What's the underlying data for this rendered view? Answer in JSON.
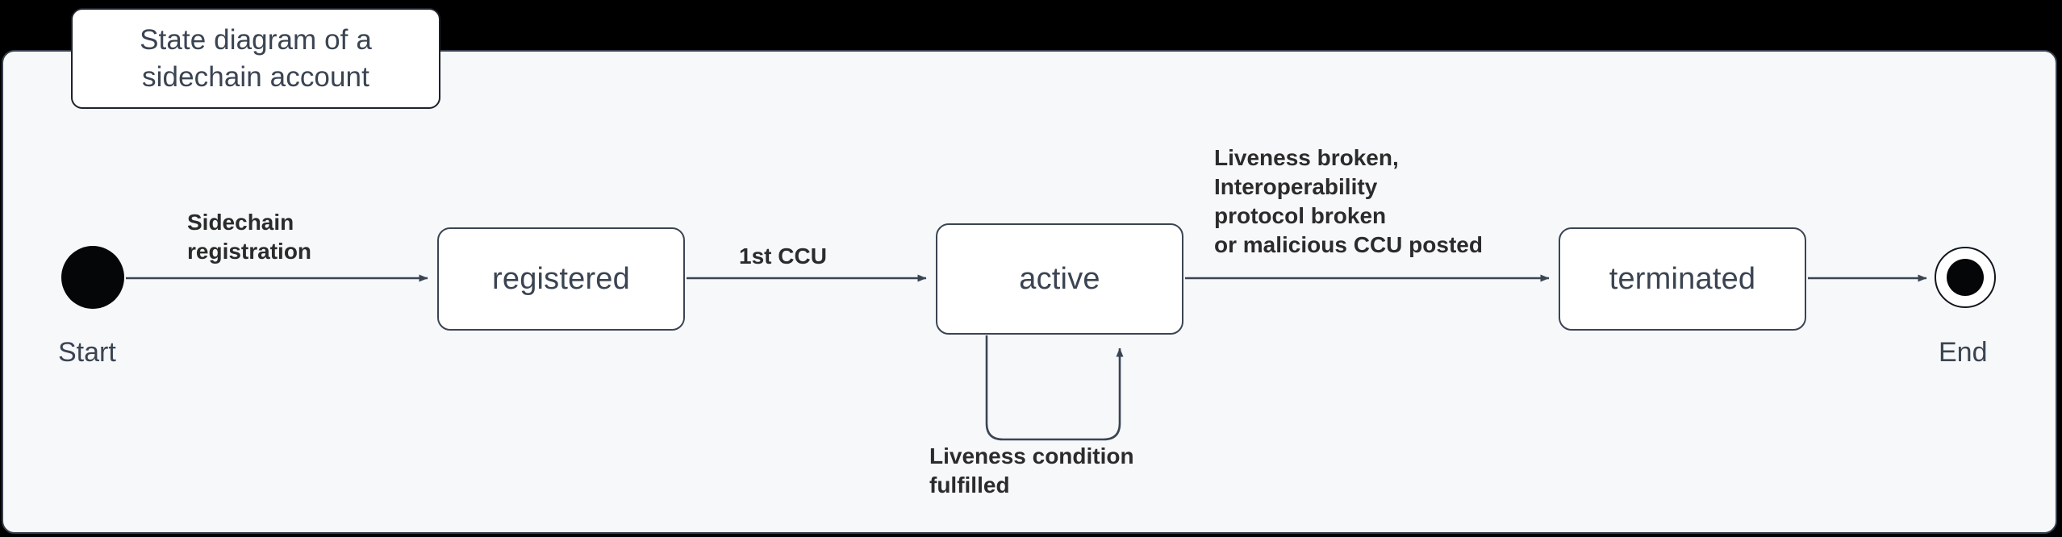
{
  "title_card": {
    "text": "State diagram of a\nsidechain account"
  },
  "colors": {
    "page_background": "#000000",
    "panel_background": "#f6f8fa",
    "panel_border": "#37404d",
    "node_fill": "#ffffff",
    "node_border": "#3b4452",
    "edge_stroke": "#3b4452",
    "terminal_fill": "#050608",
    "state_text": "#3b4452",
    "label_text": "#2b2b2b"
  },
  "diagram": {
    "type": "state-diagram",
    "nodes": [
      {
        "id": "start",
        "kind": "initial-state",
        "label": "Start"
      },
      {
        "id": "registered",
        "kind": "state",
        "label": "registered"
      },
      {
        "id": "active",
        "kind": "state",
        "label": "active"
      },
      {
        "id": "terminated",
        "kind": "state",
        "label": "terminated"
      },
      {
        "id": "end",
        "kind": "final-state",
        "label": "End"
      }
    ],
    "transitions": [
      {
        "from": "start",
        "to": "registered",
        "label": "Sidechain\nregistration"
      },
      {
        "from": "registered",
        "to": "active",
        "label": "1st CCU"
      },
      {
        "from": "active",
        "to": "terminated",
        "label": "Liveness broken,\nInteroperability\nprotocol broken\nor malicious CCU posted"
      },
      {
        "from": "active",
        "to": "active",
        "label": "Liveness condition\nfulfilled"
      },
      {
        "from": "terminated",
        "to": "end",
        "label": ""
      }
    ]
  }
}
